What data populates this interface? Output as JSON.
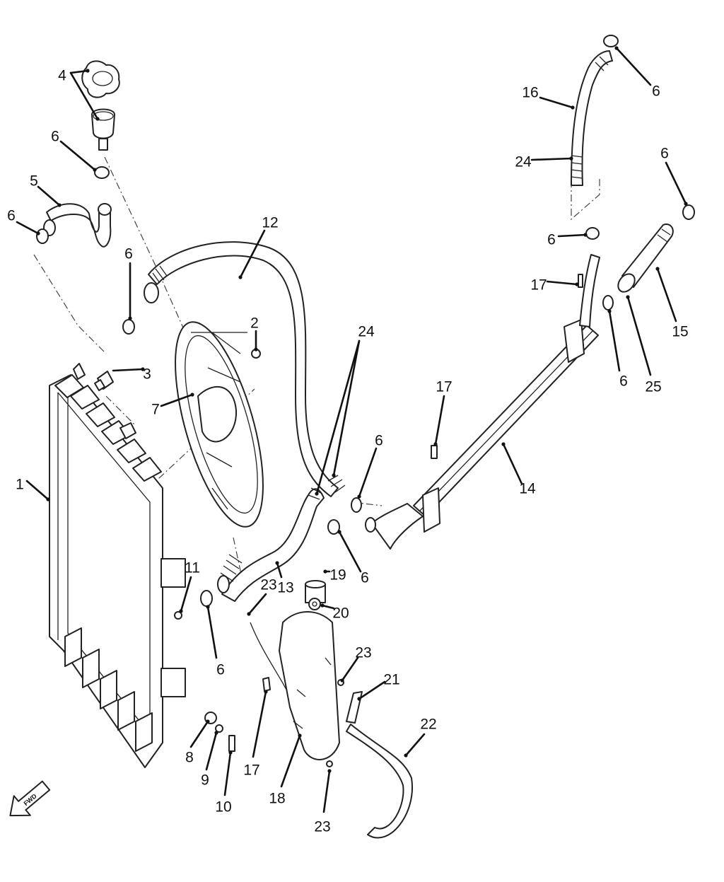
{
  "diagram": {
    "forward_label": "FWD",
    "callouts": [
      {
        "id": "c1",
        "text": "1"
      },
      {
        "id": "c2",
        "text": "2"
      },
      {
        "id": "c3",
        "text": "3"
      },
      {
        "id": "c4",
        "text": "4"
      },
      {
        "id": "c5",
        "text": "5"
      },
      {
        "id": "c6a",
        "text": "6"
      },
      {
        "id": "c6b",
        "text": "6"
      },
      {
        "id": "c6c",
        "text": "6"
      },
      {
        "id": "c6d",
        "text": "6"
      },
      {
        "id": "c6e",
        "text": "6"
      },
      {
        "id": "c6f",
        "text": "6"
      },
      {
        "id": "c6g",
        "text": "6"
      },
      {
        "id": "c6h",
        "text": "6"
      },
      {
        "id": "c6i",
        "text": "6"
      },
      {
        "id": "c6j",
        "text": "6"
      },
      {
        "id": "c7",
        "text": "7"
      },
      {
        "id": "c8",
        "text": "8"
      },
      {
        "id": "c9",
        "text": "9"
      },
      {
        "id": "c10",
        "text": "10"
      },
      {
        "id": "c11",
        "text": "11"
      },
      {
        "id": "c12",
        "text": "12"
      },
      {
        "id": "c13",
        "text": "13"
      },
      {
        "id": "c14",
        "text": "14"
      },
      {
        "id": "c15",
        "text": "15"
      },
      {
        "id": "c16",
        "text": "16"
      },
      {
        "id": "c17a",
        "text": "17"
      },
      {
        "id": "c17b",
        "text": "17"
      },
      {
        "id": "c17c",
        "text": "17"
      },
      {
        "id": "c18",
        "text": "18"
      },
      {
        "id": "c19",
        "text": "19"
      },
      {
        "id": "c20",
        "text": "20"
      },
      {
        "id": "c21",
        "text": "21"
      },
      {
        "id": "c22",
        "text": "22"
      },
      {
        "id": "c23a",
        "text": "23"
      },
      {
        "id": "c23b",
        "text": "23"
      },
      {
        "id": "c23c",
        "text": "23"
      },
      {
        "id": "c24a",
        "text": "24"
      },
      {
        "id": "c24b",
        "text": "24"
      },
      {
        "id": "c25",
        "text": "25"
      }
    ]
  }
}
